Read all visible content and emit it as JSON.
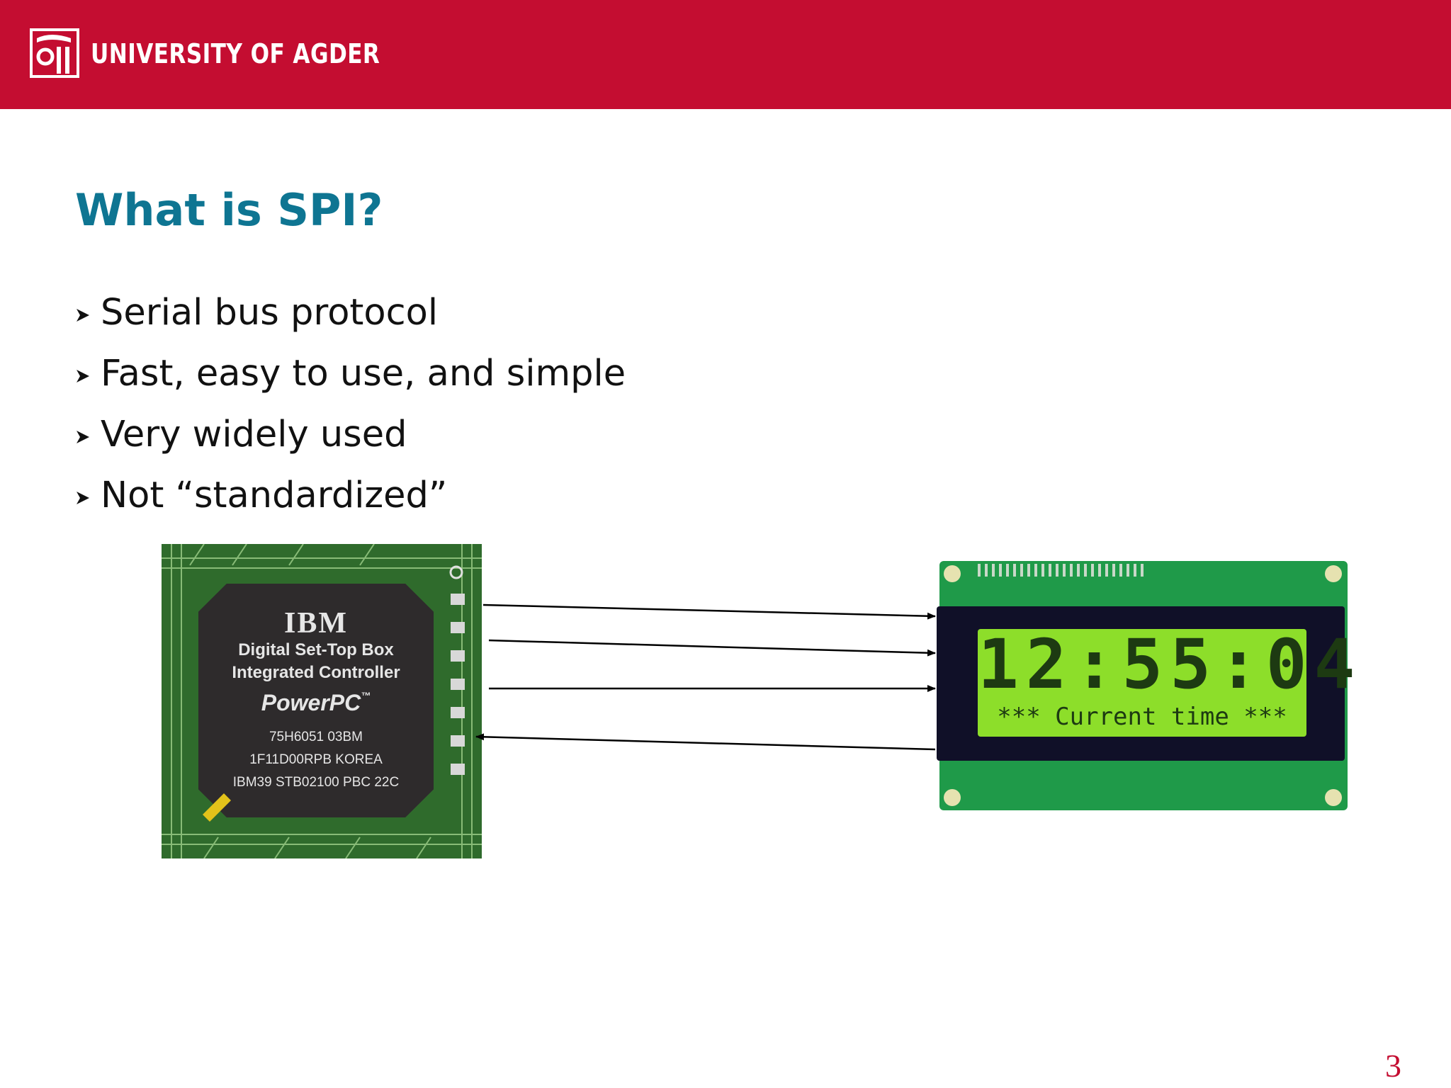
{
  "header": {
    "logo_text": "UNIVERSITY OF AGDER",
    "logo_icon": "university-logo-icon",
    "color": "#c40d31"
  },
  "slide": {
    "title": "What is SPI?",
    "title_color": "#0e7592",
    "bullets": [
      "Serial bus protocol",
      "Fast, easy to use, and simple",
      "Very widely used",
      "Not “standardized”"
    ],
    "bullet_icon": "arrowhead-bullet-icon"
  },
  "chip_photo": {
    "brand": "IBM",
    "line1": "Digital Set-Top Box",
    "line2": "Integrated Controller",
    "logo": "PowerPC",
    "tm": "™",
    "code1": "75H6051 03BM",
    "code2": "1F11D00RPB KOREA",
    "code3": "IBM39 STB02100 PBC 22C"
  },
  "lcd_photo": {
    "line1": "12:55:04",
    "line2": "*** Current time ***"
  },
  "page_number": "3"
}
